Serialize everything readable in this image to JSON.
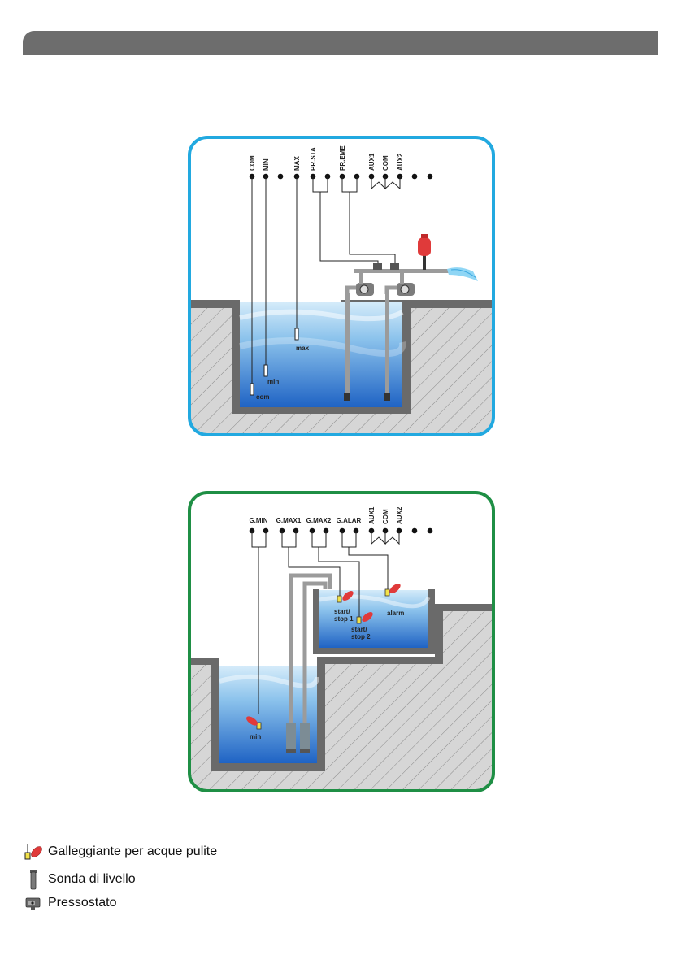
{
  "diagram_top": {
    "terminals": [
      "COM",
      "MIN",
      "MAX",
      "PR.STA",
      "PR.EME",
      "AUX1",
      "COM",
      "AUX2"
    ],
    "probes": [
      "com",
      "min",
      "max"
    ]
  },
  "diagram_bottom": {
    "terminals": [
      "G.MIN",
      "G.MAX1",
      "G.MAX2",
      "G.ALAR",
      "AUX1",
      "COM",
      "AUX2"
    ],
    "floats": [
      "start/",
      "stop 1",
      "start/",
      "stop 2",
      "alarm",
      "min"
    ]
  },
  "legend": [
    {
      "icon": "float-switch-icon",
      "label": "Galleggiante per acque pulite"
    },
    {
      "icon": "level-probe-icon",
      "label": "Sonda di livello"
    },
    {
      "icon": "pressure-switch-icon",
      "label": "Pressostato"
    }
  ],
  "colors": {
    "header": "#6d6d6d",
    "frame_top": "#22a9e0",
    "frame_bottom": "#1f8f45",
    "water": "#2b7fd0",
    "float": "#e03a3a",
    "ground": "#d9d9d9"
  }
}
